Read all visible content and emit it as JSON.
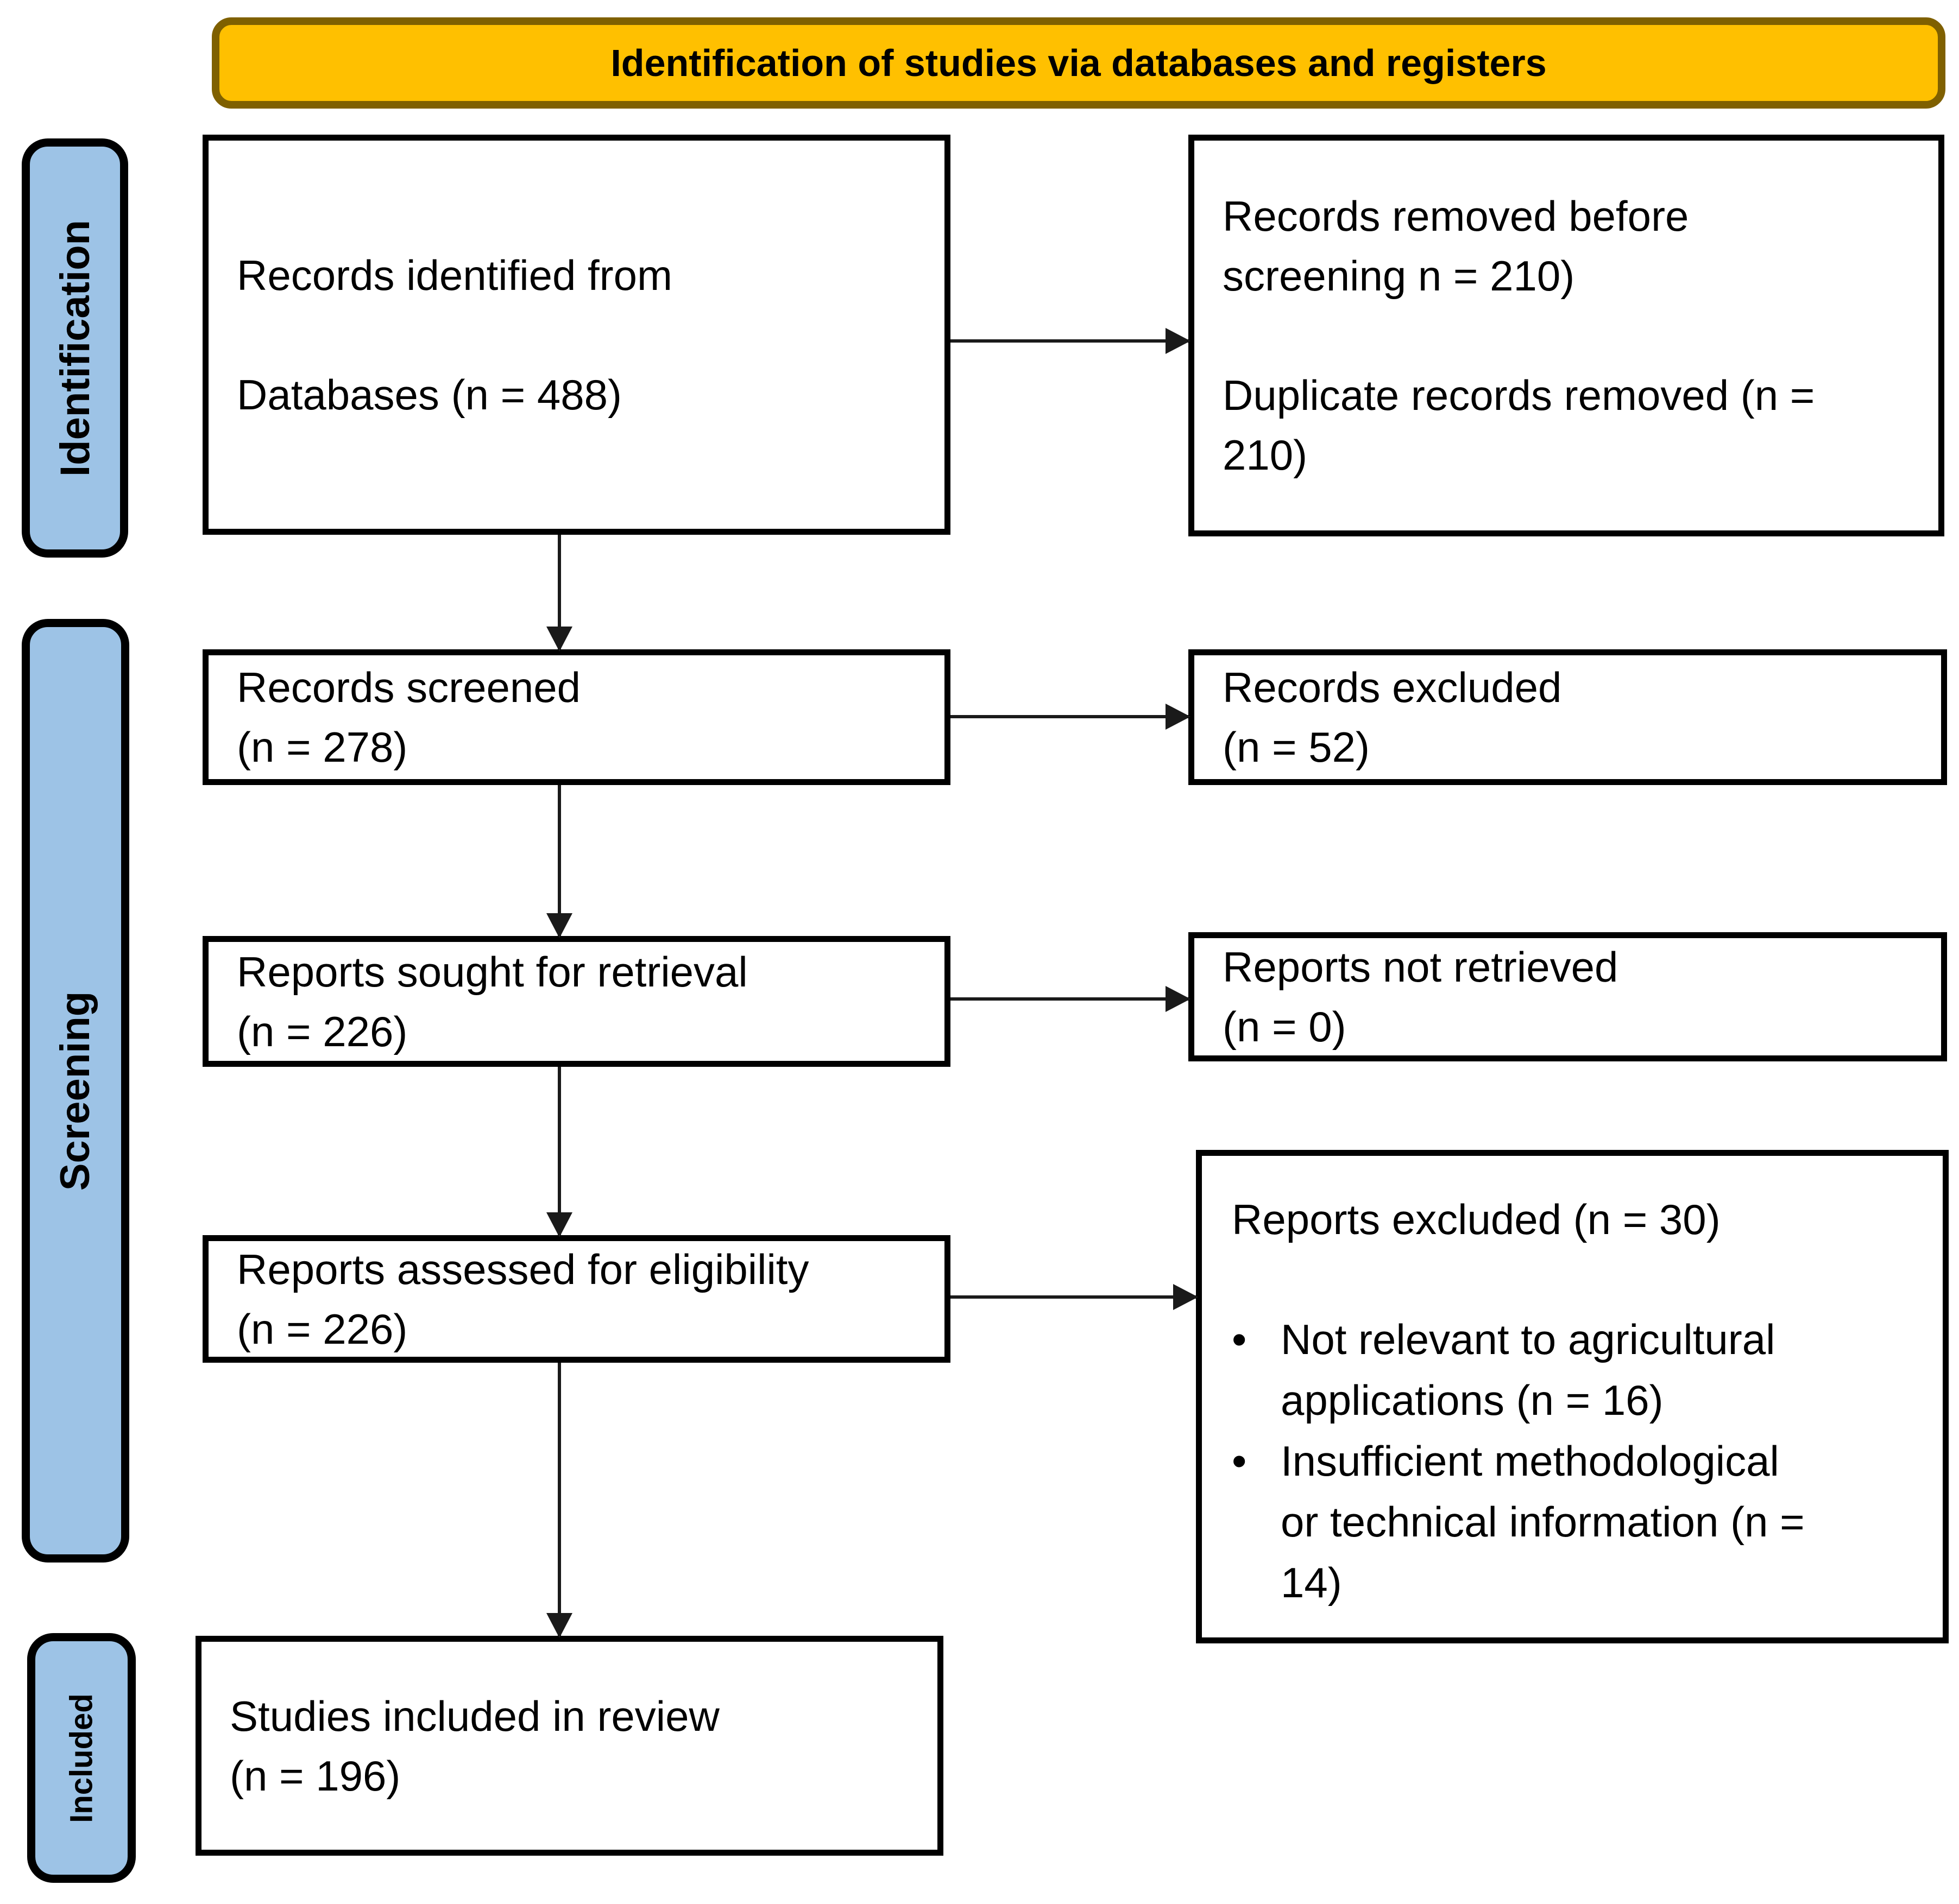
{
  "banner": {
    "label": "Identification of studies via databases and registers"
  },
  "stages": [
    {
      "label": "Identification"
    },
    {
      "label": "Screening"
    },
    {
      "label": "Included"
    }
  ],
  "glyphs": {
    "bullet": "•"
  },
  "boxes": {
    "records_identified": {
      "lines": [
        "Records identified from",
        "",
        "Databases (n = 488)"
      ]
    },
    "records_removed": {
      "lines": [
        "Records removed before",
        "screening n = 210)",
        "",
        "Duplicate records removed (n =",
        "210)"
      ]
    },
    "records_screened": {
      "lines": [
        "Records screened",
        "(n = 278)"
      ]
    },
    "records_excluded": {
      "lines": [
        "Records excluded",
        "(n = 52)"
      ]
    },
    "reports_sought": {
      "lines": [
        "Reports sought for retrieval",
        "(n = 226)"
      ]
    },
    "reports_not_retrieved": {
      "lines": [
        "Reports not retrieved",
        "(n = 0)"
      ]
    },
    "reports_assessed": {
      "lines": [
        "Reports assessed for eligibility",
        "(n = 226)"
      ]
    },
    "reports_excluded": {
      "title_lines": [
        "Reports excluded (n = 30)",
        ""
      ],
      "bullets": [
        {
          "lines": [
            "Not relevant to agricultural",
            "applications (n = 16)"
          ]
        },
        {
          "lines": [
            "Insufficient methodological",
            "or technical information (n =",
            "14)"
          ]
        }
      ]
    },
    "studies_included": {
      "lines": [
        "Studies included in review",
        "(n = 196)"
      ]
    }
  },
  "colors": {
    "banner_fill": "#FFC000",
    "banner_border": "#7F6000",
    "stage_fill": "#9DC3E6",
    "stage_border": "#000000",
    "box_border": "#000000",
    "arrow": "#1a1a1a"
  }
}
